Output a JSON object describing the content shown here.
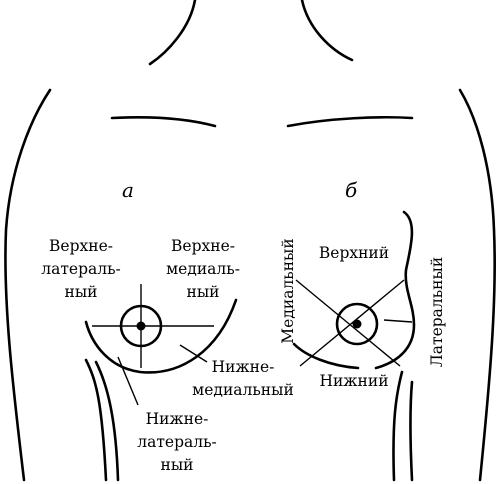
{
  "panel_a": {
    "letter": "а",
    "quadrants": {
      "upper_lateral": [
        "Верхне-",
        "латераль-",
        "ный"
      ],
      "upper_medial": [
        "Верхне-",
        "медиаль-",
        "ный"
      ],
      "lower_medial": [
        "Нижне-",
        "медиальный"
      ],
      "lower_lateral": [
        "Нижне-",
        "латераль-",
        "ный"
      ]
    }
  },
  "panel_b": {
    "letter": "б",
    "labels": {
      "upper": "Верхний",
      "lower": "Нижний",
      "medial": "Медиальный",
      "lateral": "Латеральный"
    }
  }
}
